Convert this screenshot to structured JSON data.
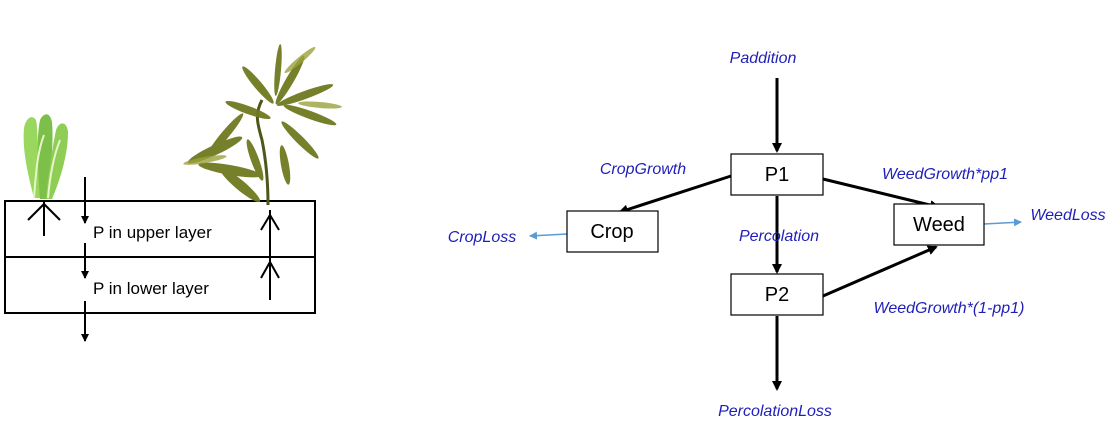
{
  "colors": {
    "flow_label": "#1f1fb8",
    "line": "#000000",
    "loss_arrow": "#5b9bd5",
    "lettuce": "#7cc04a",
    "plant": "#6f7a1f"
  },
  "soil": {
    "upper_label": "P in upper layer",
    "lower_label": "P in lower layer"
  },
  "icons": {
    "crop": "lettuce-icon",
    "weed": "cannabis-plant-icon"
  },
  "nodes": {
    "p1": "P1",
    "p2": "P2",
    "crop": "Crop",
    "weed": "Weed"
  },
  "flows": {
    "addition": "Paddition",
    "crop_growth": "CropGrowth",
    "weed_growth_p1": "WeedGrowth*pp1",
    "percolation": "Percolation",
    "weed_growth_p2": "WeedGrowth*(1-pp1)",
    "crop_loss": "CropLoss",
    "weed_loss": "WeedLoss",
    "percolation_loss": "PercolationLoss"
  }
}
